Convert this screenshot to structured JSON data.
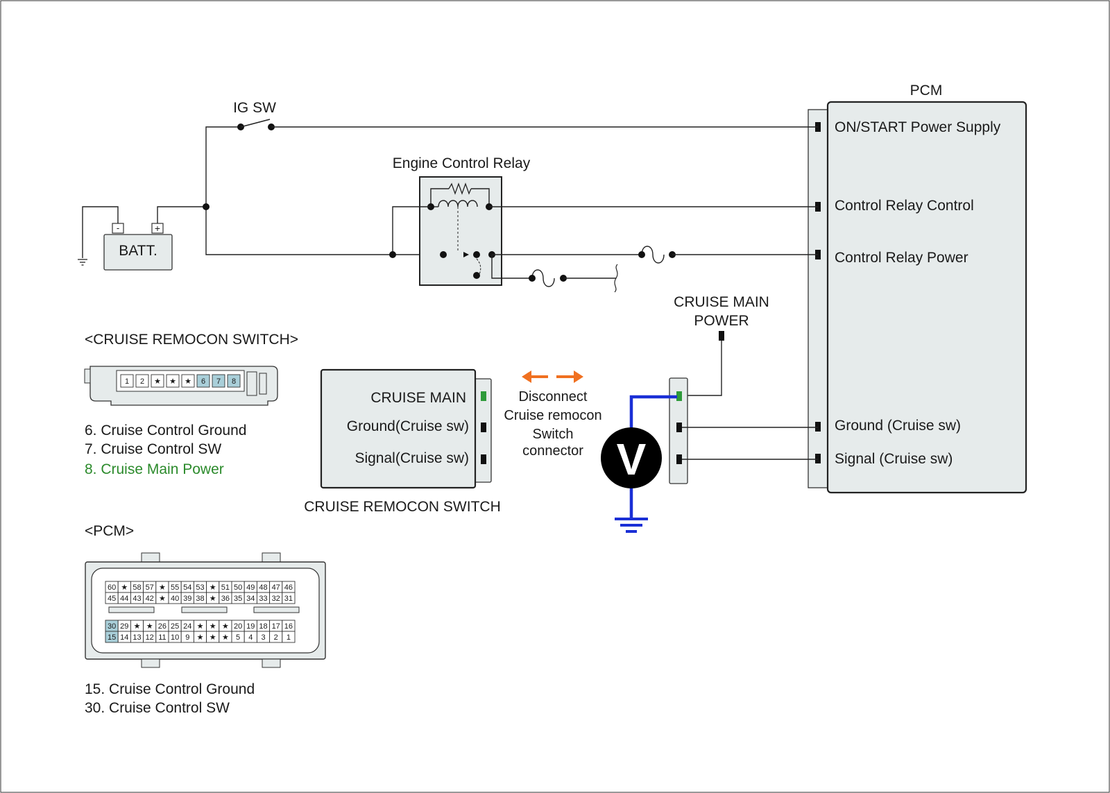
{
  "pcm": {
    "title": "PCM",
    "pins": {
      "on_start": "ON/START Power Supply",
      "relay_control": "Control Relay Control",
      "relay_power": "Control Relay Power",
      "ground": "Ground (Cruise sw)",
      "signal": "Signal (Cruise sw)"
    }
  },
  "ig_sw": "IG SW",
  "relay_label": "Engine Control Relay",
  "battery": {
    "label": "BATT.",
    "neg": "-",
    "pos": "+"
  },
  "cruise_main_power": {
    "line1": "CRUISE MAIN",
    "line2": "POWER"
  },
  "remocon_box": {
    "pins": [
      "CRUISE MAIN",
      "Ground(Cruise sw)",
      "Signal(Cruise sw)"
    ],
    "caption": "CRUISE REMOCON SWITCH"
  },
  "disconnect_note": [
    "Disconnect",
    "Cruise remocon",
    "Switch",
    "connector"
  ],
  "voltmeter_label": "V",
  "remocon_connector": {
    "heading": "<CRUISE REMOCON SWITCH>",
    "pins": [
      "1",
      "2",
      "★",
      "★",
      "★",
      "6",
      "7",
      "8"
    ],
    "highlighted": [
      "6",
      "7",
      "8"
    ],
    "legend": [
      "6. Cruise Control Ground",
      "7. Cruise Control SW",
      "8. Cruise Main Power"
    ]
  },
  "pcm_connector": {
    "heading": "<PCM>",
    "rows": [
      [
        "60",
        "★",
        "58",
        "57",
        "★",
        "55",
        "54",
        "53",
        "★",
        "51",
        "50",
        "49",
        "48",
        "47",
        "46"
      ],
      [
        "45",
        "44",
        "43",
        "42",
        "★",
        "40",
        "39",
        "38",
        "★",
        "36",
        "35",
        "34",
        "33",
        "32",
        "31"
      ],
      [
        "30",
        "29",
        "★",
        "★",
        "26",
        "25",
        "24",
        "★",
        "★",
        "★",
        "20",
        "19",
        "18",
        "17",
        "16"
      ],
      [
        "15",
        "14",
        "13",
        "12",
        "11",
        "10",
        "9",
        "★",
        "★",
        "★",
        "5",
        "4",
        "3",
        "2",
        "1"
      ]
    ],
    "highlighted": [
      "30",
      "15"
    ],
    "legend": [
      "15. Cruise Control Ground",
      "30. Cruise Control SW"
    ]
  },
  "colors": {
    "probe_wire": "#1a2fd6",
    "cruise_power_text": "#2b8a2b",
    "cruise_power_terminal": "#2e9a3a",
    "arrow": "#f07020",
    "highlight_cell": "#a9cfd9"
  }
}
